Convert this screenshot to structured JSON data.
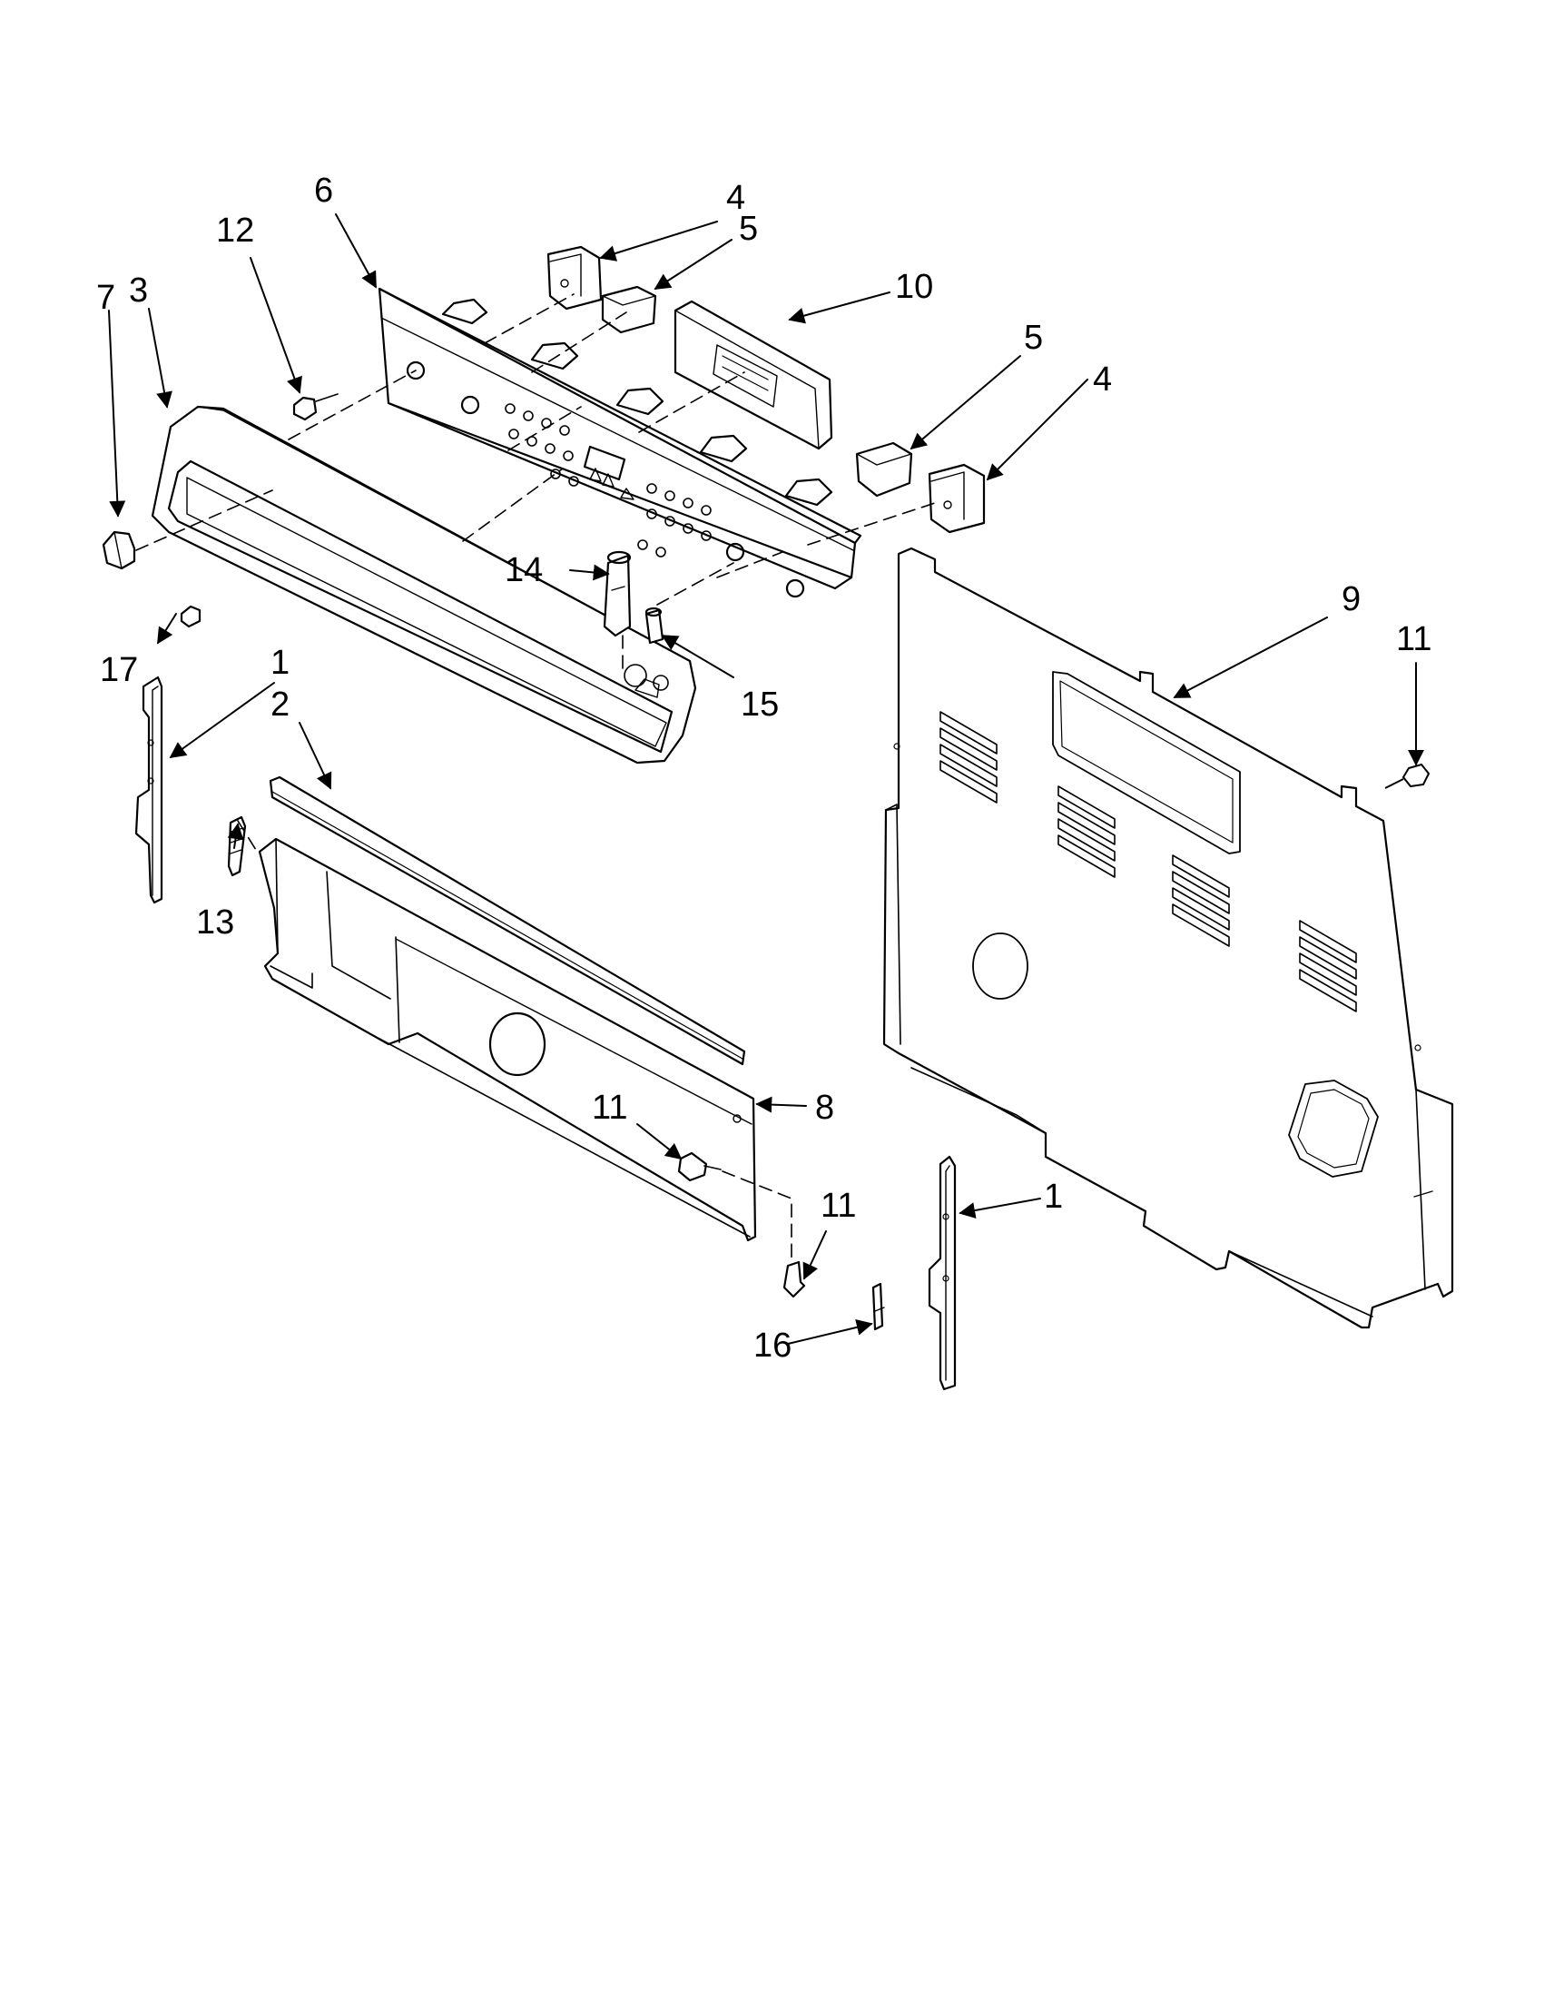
{
  "diagram": {
    "callouts": {
      "c1a": "1",
      "c1b": "1",
      "c2": "2",
      "c3": "3",
      "c4a": "4",
      "c4b": "4",
      "c5a": "5",
      "c5b": "5",
      "c6": "6",
      "c7": "7",
      "c8": "8",
      "c9": "9",
      "c10": "10",
      "c11a": "11",
      "c11b": "11",
      "c11c": "11",
      "c12": "12",
      "c13": "13",
      "c14": "14",
      "c15": "15",
      "c16": "16",
      "c17": "17"
    }
  }
}
